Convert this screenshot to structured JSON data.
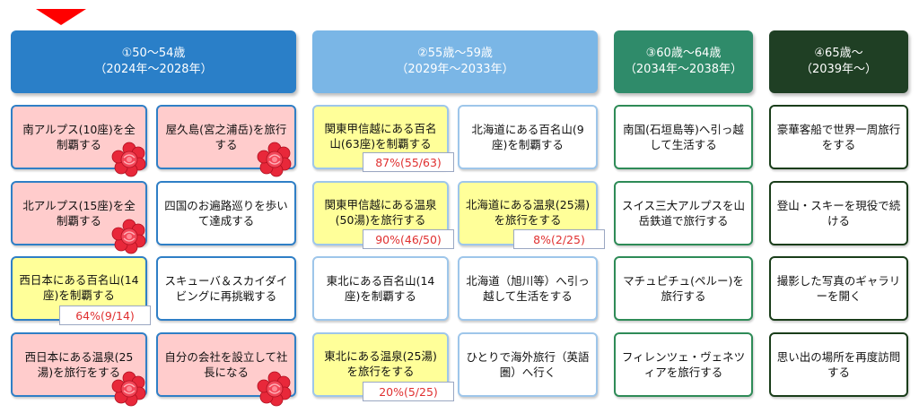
{
  "headers": [
    {
      "line1": "①50～54歳",
      "line2": "（2024年～2028年）",
      "color": "#2a7fc8"
    },
    {
      "line1": "②55歳～59歳",
      "line2": "（2029年～2033年）",
      "color": "#7ab6e6"
    },
    {
      "line1": "③60歳～64歳",
      "line2": "（2034年～2038年）",
      "color": "#2f8b6a"
    },
    {
      "line1": "④65歳～",
      "line2": "（2039年～）",
      "color": "#1f3f24"
    }
  ],
  "cards": {
    "c1r1a": "南アルプス(10座)を全制覇する",
    "c1r1b": "屋久島(宮之浦岳)を旅行する",
    "c1r2a": "北アルプス(15座)を全制覇する",
    "c1r2b": "四国のお遍路巡りを歩いて達成する",
    "c1r3a": "西日本にある百名山(14座)を制覇する",
    "c1r3b": "スキューバ＆スカイダイビングに再挑戦する",
    "c1r4a": "西日本にある温泉(25湯)を旅行をする",
    "c1r4b": "自分の会社を設立して社長になる",
    "c2r1a": "関東甲信越にある百名山(63座)を制覇する",
    "c2r1b": "北海道にある百名山(9座)を制覇する",
    "c2r2a": "関東甲信越にある温泉(50湯)を旅行する",
    "c2r2b": "北海道にある温泉(25湯)を旅行をする",
    "c2r3a": "東北にある百名山(14座)を制覇する",
    "c2r3b": "北海道（旭川等）へ引っ越して生活をする",
    "c2r4a": "東北にある温泉(25湯)を旅行をする",
    "c2r4b": "ひとりで海外旅行（英語圏）へ行く",
    "c3r1": "南国(石垣島等)へ引っ越して生活する",
    "c3r2": "スイス三大アルプスを山岳鉄道で旅行する",
    "c3r3": "マチュピチュ(ペルー)を旅行する",
    "c3r4": "フィレンツェ・ヴェネツィアを旅行する",
    "c4r1": "豪華客船で世界一周旅行をする",
    "c4r2": "登山・スキーを現役で続ける",
    "c4r3": "撮影した写真のギャラリーを開く",
    "c4r4": "思い出の場所を再度訪問する"
  },
  "progress": {
    "c1r3a": "64%(9/14)",
    "c2r1a": "87%(55/63)",
    "c2r2a": "90%(46/50)",
    "c2r2b": "8%(2/25)",
    "c2r4a": "20%(5/25)"
  }
}
